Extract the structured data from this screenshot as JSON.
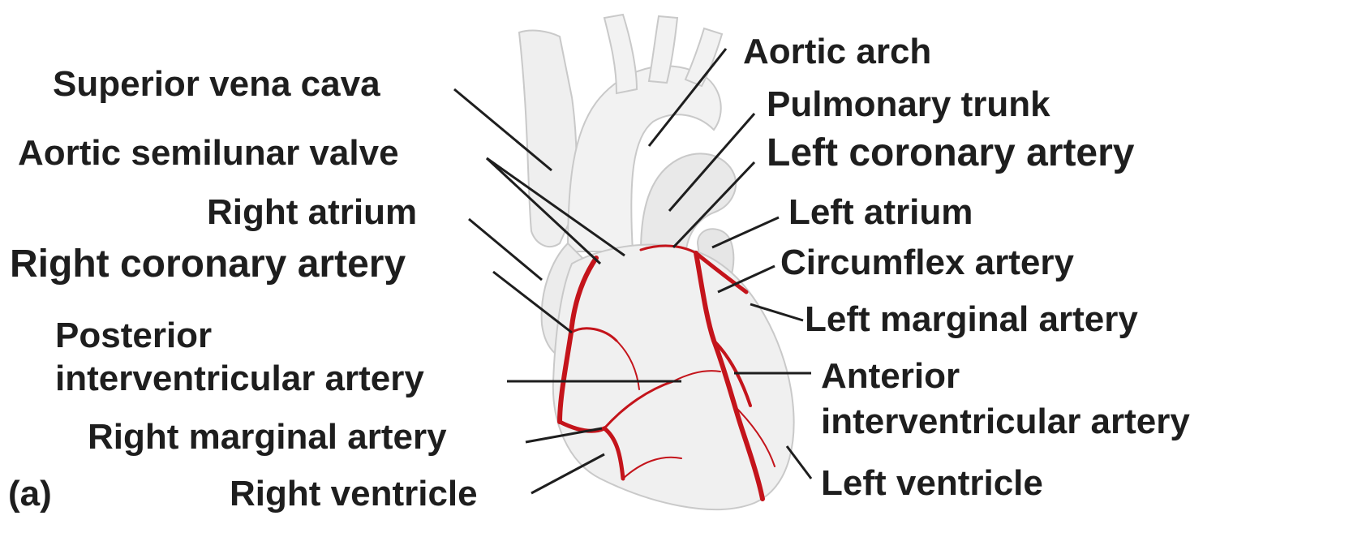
{
  "figure": {
    "panel_label": "(a)",
    "colors": {
      "artery": "#c4141b",
      "heart_fill": "#eeeeee",
      "heart_outline": "#c9c9c9",
      "leader_line": "#1e1e1e",
      "text": "#1e1e1e"
    }
  },
  "labels": {
    "aortic_arch": "Aortic arch",
    "superior_vena_cava": "Superior vena cava",
    "pulmonary_trunk": "Pulmonary trunk",
    "aortic_semilunar_valve": "Aortic semilunar valve",
    "left_coronary_artery": "Left coronary artery",
    "right_atrium": "Right atrium",
    "left_atrium": "Left atrium",
    "right_coronary_artery": "Right coronary artery",
    "circumflex_artery": "Circumflex artery",
    "left_marginal_artery": "Left marginal artery",
    "posterior_interventricular_line1": "Posterior",
    "posterior_interventricular_line2": "interventricular artery",
    "anterior_interventricular_line1": "Anterior",
    "anterior_interventricular_line2": "interventricular artery",
    "right_marginal_artery": "Right marginal artery",
    "right_ventricle": "Right ventricle",
    "left_ventricle": "Left ventricle"
  }
}
